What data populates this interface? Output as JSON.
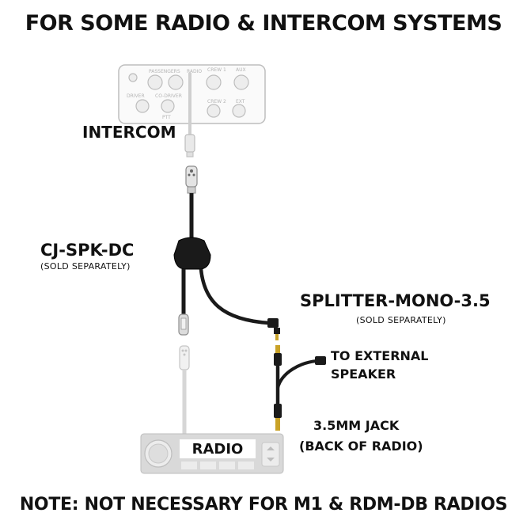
{
  "title": "FOR SOME RADIO & INTERCOM SYSTEMS",
  "note": "NOTE: NOT NECESSARY FOR M1 & RDM-DB RADIOS",
  "intercom": {
    "label": "INTERCOM",
    "buttons": [
      "PASSENGERS",
      "RADIO",
      "CREW 1",
      "AUX",
      "DRIVER",
      "CO-DRIVER",
      "PTT",
      "CREW 2",
      "EXT"
    ]
  },
  "cj_spk_dc": {
    "name": "CJ-SPK-DC",
    "note": "(SOLD SEPARATELY)"
  },
  "splitter": {
    "name": "SPLITTER-MONO-3.5",
    "note": "(SOLD SEPARATELY)"
  },
  "external_speaker": {
    "line1": "TO EXTERNAL",
    "line2": "SPEAKER"
  },
  "jack": {
    "line1": "3.5MM JACK",
    "line2": "(BACK OF RADIO)"
  },
  "radio": {
    "label": "RADIO"
  },
  "colors": {
    "cable": "#1a1a1a",
    "ghost": "#d6d6d6",
    "ghost_stroke": "#bdbdbd",
    "gold": "#c9a227"
  }
}
